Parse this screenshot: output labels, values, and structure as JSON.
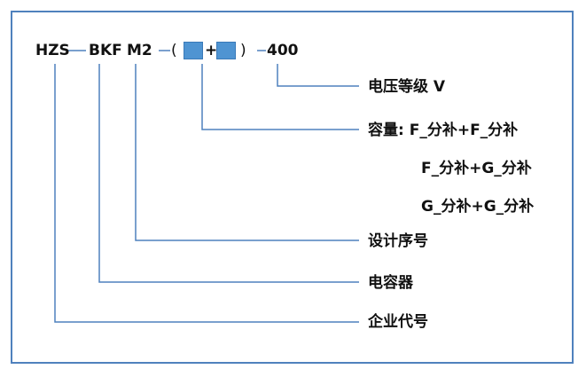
{
  "model": {
    "prefix": "HZS",
    "product": "BKF",
    "series": "M2",
    "open_paren": "(",
    "plus": "+",
    "close_paren": ")",
    "voltage": "400"
  },
  "labels": {
    "voltage": "电压等级 V",
    "capacity": "容量: F_分补+F_分补",
    "capacity_alt1": "F_分补+G_分补",
    "capacity_alt2": "G_分补+G_分补",
    "design_no": "设计序号",
    "capacitor": "电容器",
    "company_code": "企业代号"
  },
  "colors": {
    "line": "#4f81bd",
    "box_fill": "#4f94d2",
    "frame": "#4f81bd"
  }
}
